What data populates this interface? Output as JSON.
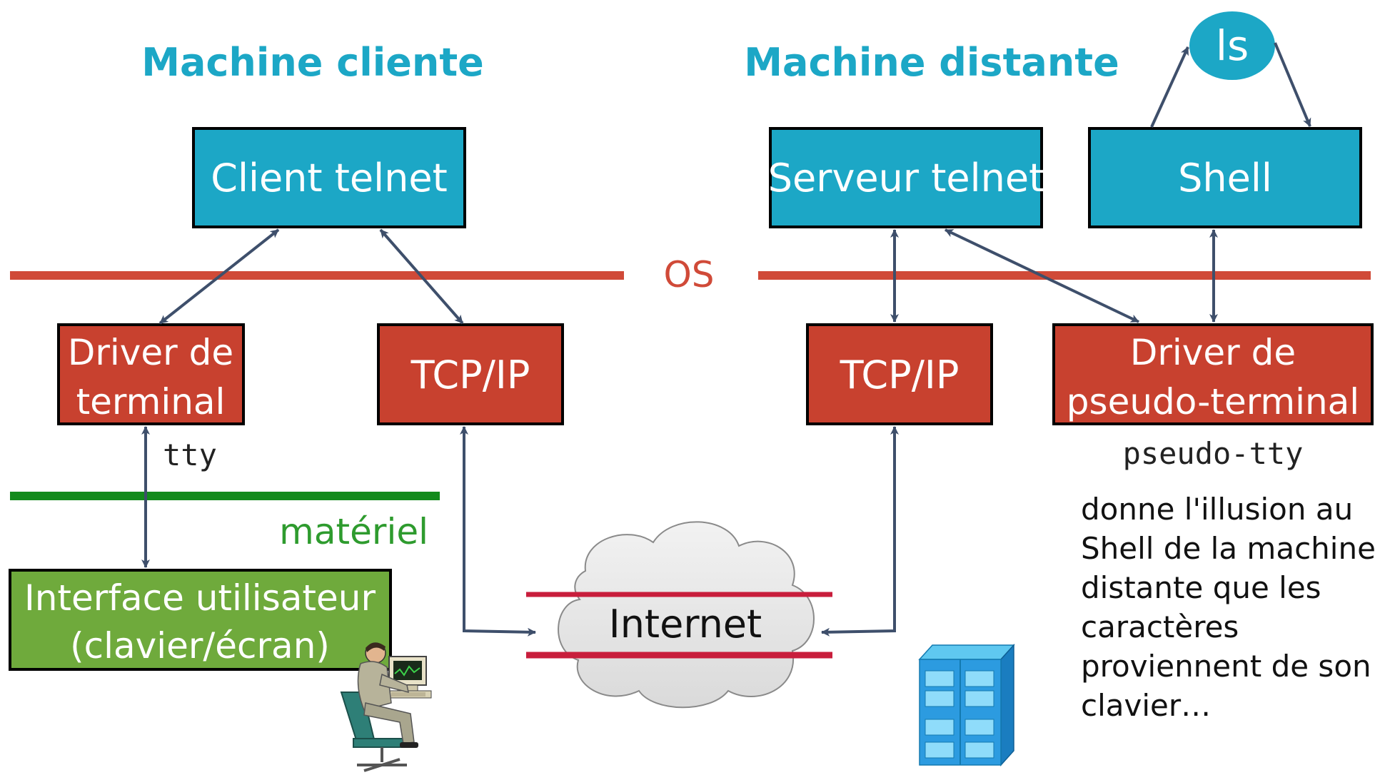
{
  "headings": {
    "client": "Machine cliente",
    "remote": "Machine distante"
  },
  "layer_labels": {
    "os": "OS",
    "hardware": "matériel"
  },
  "boxes": {
    "client_telnet": "Client telnet",
    "server_telnet": "Serveur telnet",
    "shell": "Shell",
    "ls": "ls",
    "terminal_driver": [
      "Driver de",
      "terminal"
    ],
    "tcpip_client": "TCP/IP",
    "tcpip_remote": "TCP/IP",
    "pty_driver": [
      "Driver de",
      "pseudo-terminal"
    ],
    "user_interface": [
      "Interface utilisateur",
      "(clavier/écran)"
    ]
  },
  "device_labels": {
    "tty": "tty",
    "pseudo_tty": "pseudo-tty"
  },
  "network": {
    "cloud_label": "Internet"
  },
  "note": {
    "lines": [
      "donne l'illusion au",
      "Shell de la machine",
      "distante que les",
      "caractères",
      "proviennent de son",
      "clavier…"
    ]
  },
  "icons": {
    "user": "person-at-computer-icon",
    "server": "server-tower-icon"
  },
  "colors": {
    "teal_box": "#1CA7C6",
    "red_box": "#C8412F",
    "green_box": "#6FAA3C",
    "heading": "#1CA7C6",
    "os_line": "#D04A38",
    "hardware_line": "#138A1C",
    "hardware_text": "#2E9B2E",
    "arrow": "#3E4F6B",
    "internet_line": "#C81E3C"
  }
}
